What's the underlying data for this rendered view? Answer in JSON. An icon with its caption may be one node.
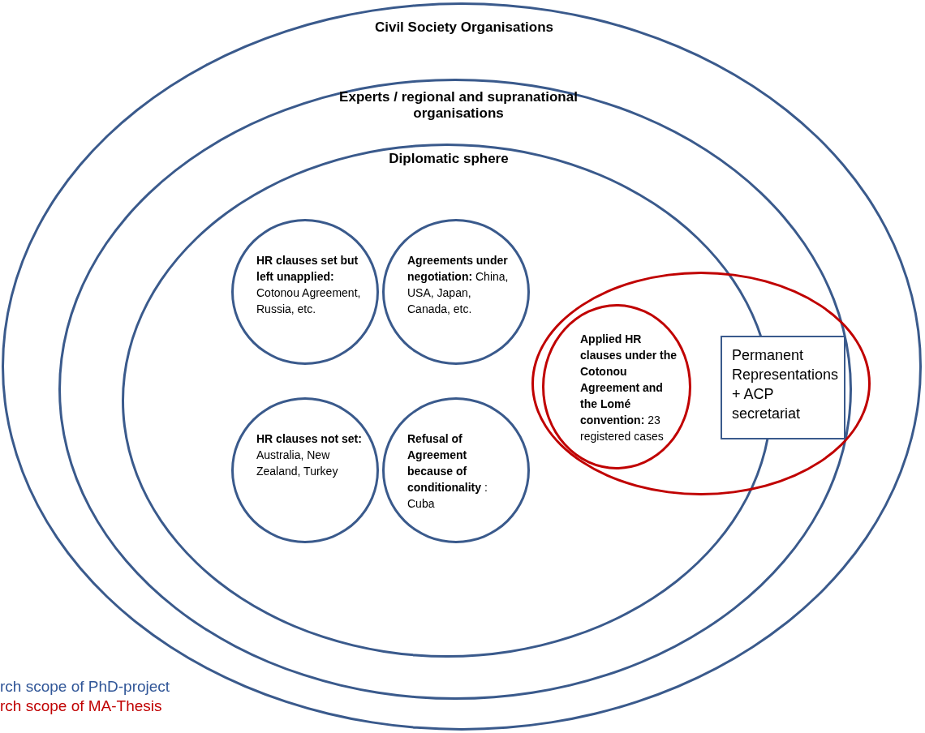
{
  "diagram": {
    "nodes": [
      {
        "text": [
          "Civil Society Organisations"
        ]
      },
      {
        "text": [
          "Experts / regional and supranational organisations"
        ],
        "in": 0
      },
      {
        "text": [
          "Diplomatic sphere"
        ],
        "in": 1
      },
      {
        "text": [
          "**HR clauses set but left unapplied:** Cotonou Agreement, Russia, etc."
        ],
        "in": 2
      },
      {
        "text": [
          "**Agreements under negotiation:** China, USA, Japan, Canada, etc."
        ],
        "in": 2
      },
      {
        "text": [
          "**HR clauses not set:** Australia, New Zealand, Turkey"
        ],
        "in": 2
      },
      {
        "text": [
          "**Refusal of Agreement because of conditionality** : Cuba"
        ],
        "in": 2
      },
      {
        "text": [],
        "shape": "ellipse",
        "in": 0
      },
      {
        "text": [
          "**Applied HR clauses under the Cotonou Agreement and the Lomé convention:** 23 registered cases"
        ]
      },
      {
        "text": [
          "Permanent Representations + ACP secretariat"
        ],
        "in": 7
      }
    ],
    "edges": [],
    "legend": [
      {
        "text": "rch scope of PhD-project",
        "color": "#2f5597"
      },
      {
        "text": "rch scope of MA-Thesis",
        "color": "#c00000"
      }
    ]
  }
}
